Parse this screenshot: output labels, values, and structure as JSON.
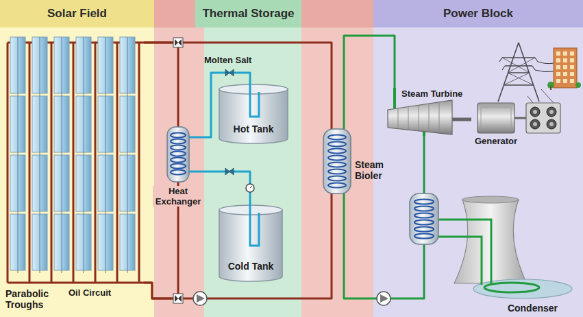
{
  "diagram": {
    "nodes": [
      {
        "text": [
          "Solar Field"
        ]
      },
      {
        "text": [
          "Thermal Storage"
        ]
      },
      {
        "text": [
          "Power Block"
        ]
      },
      {
        "text": [
          "Parabolic Troughs"
        ],
        "in": 0
      },
      {
        "text": [
          "Heat Exchanger"
        ]
      },
      {
        "text": [
          "Hot Tank"
        ],
        "in": 1
      },
      {
        "text": [
          "Cold Tank"
        ],
        "in": 1
      },
      {
        "text": [
          "Steam Bioler"
        ]
      },
      {
        "text": [
          "Steam Turbine"
        ],
        "in": 2
      },
      {
        "text": [
          "Generator"
        ],
        "in": 2
      },
      {
        "text": [
          "Condenser"
        ],
        "in": 2
      }
    ],
    "edges": [
      {
        "from": 3,
        "to": 4,
        "arrow": "none"
      },
      {
        "from": 4,
        "to": 3,
        "arrow": "none"
      },
      {
        "from": 3,
        "to": 7,
        "arrow": "none"
      },
      {
        "from": 7,
        "to": 3,
        "arrow": "none"
      },
      {
        "from": 4,
        "to": 5,
        "arrow": "none"
      },
      {
        "from": 6,
        "to": 4,
        "arrow": "none"
      },
      {
        "from": 7,
        "to": 8,
        "arrow": "none"
      },
      {
        "from": 8,
        "to": 9,
        "arrow": "none"
      },
      {
        "from": 8,
        "to": 10,
        "arrow": "none"
      },
      {
        "from": 10,
        "to": 7,
        "arrow": "none"
      }
    ],
    "labels": [
      "Molten Salt",
      "Oil Circuit"
    ]
  }
}
